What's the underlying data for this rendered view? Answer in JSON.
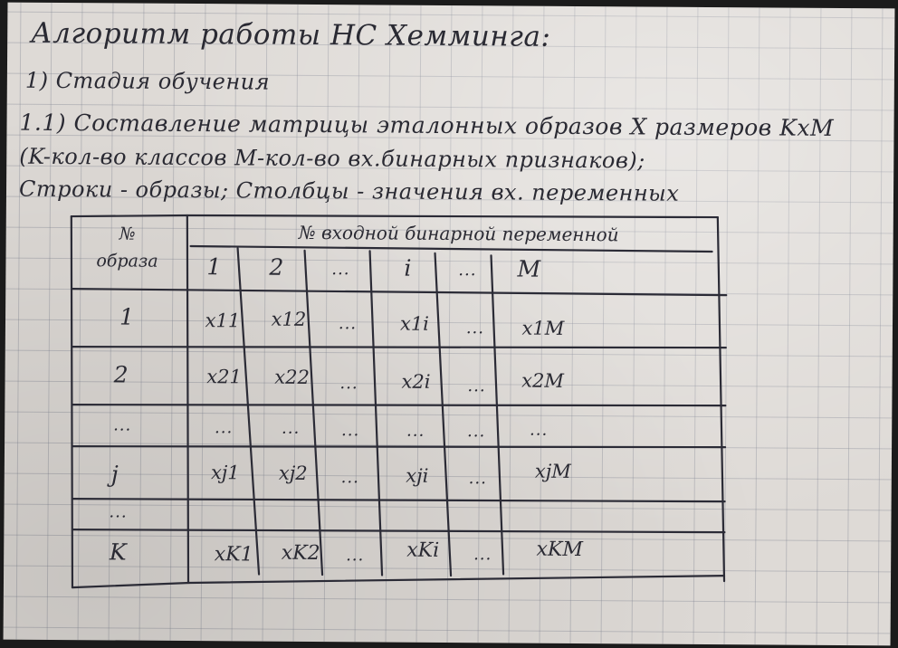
{
  "title": "Алгоритм работы НС Хемминга:",
  "stage": "1) Стадия обучения",
  "step": "1.1) Составление матрицы эталонных образов X размеров KxM",
  "note_line": "(K-кол-во классов M-кол-во вх.бинарных признаков);",
  "rows_line": "Строки - образы; Столбцы - значения вх. переменных",
  "table": {
    "header_left": [
      "№",
      "образа"
    ],
    "header_top": "№ входной бинарной переменной",
    "column_labels": [
      "1",
      "2",
      "...",
      "i",
      "...",
      "M"
    ],
    "rows": [
      {
        "label": "1",
        "cells": [
          "x11",
          "x12",
          "...",
          "x1i",
          "...",
          "x1M"
        ]
      },
      {
        "label": "2",
        "cells": [
          "x21",
          "x22",
          "...",
          "x2i",
          "...",
          "x2M"
        ]
      },
      {
        "label": "...",
        "cells": [
          "...",
          "...",
          "...",
          "...",
          "...",
          "..."
        ]
      },
      {
        "label": "j",
        "cells": [
          "xj1",
          "xj2",
          "...",
          "xji",
          "...",
          "xjM"
        ]
      },
      {
        "label": "...",
        "cells": [
          "",
          "",
          "",
          "",
          "",
          ""
        ]
      },
      {
        "label": "K",
        "cells": [
          "xK1",
          "xK2",
          "...",
          "xKi",
          "...",
          "xKM"
        ]
      }
    ]
  }
}
